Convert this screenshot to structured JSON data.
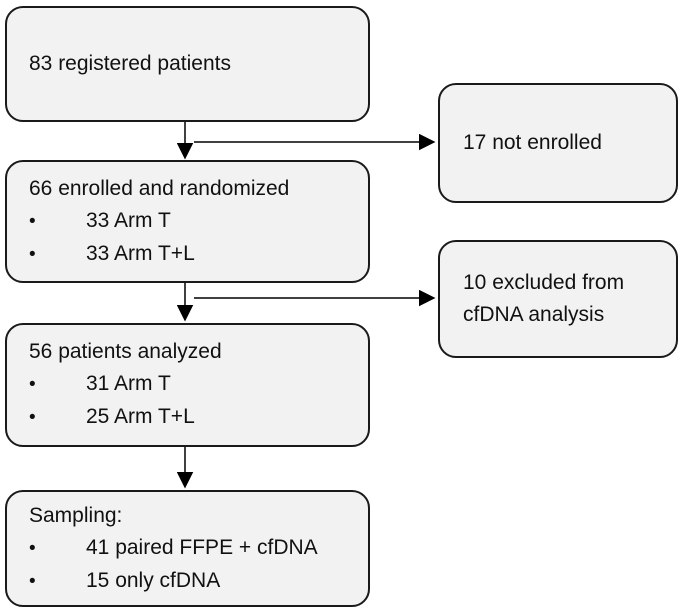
{
  "flowchart": {
    "bullet_char": "•",
    "colors": {
      "box_fill": "#f2f2f2",
      "box_border": "#1a1a1a",
      "arrow": "#000000",
      "background": "#ffffff",
      "text": "#111111"
    },
    "boxes": {
      "registered": {
        "title": "83 registered patients"
      },
      "not_enrolled": {
        "title": "17 not enrolled"
      },
      "enrolled": {
        "title": "66 enrolled and randomized",
        "bullets": [
          "33 Arm T",
          "33 Arm T+L"
        ]
      },
      "excluded": {
        "title": "10 excluded from cfDNA analysis"
      },
      "analyzed": {
        "title": "56 patients analyzed",
        "bullets": [
          "31 Arm T",
          "25 Arm T+L"
        ]
      },
      "sampling": {
        "title": "Sampling:",
        "bullets": [
          "41 paired FFPE + cfDNA",
          "15 only cfDNA"
        ]
      }
    }
  }
}
